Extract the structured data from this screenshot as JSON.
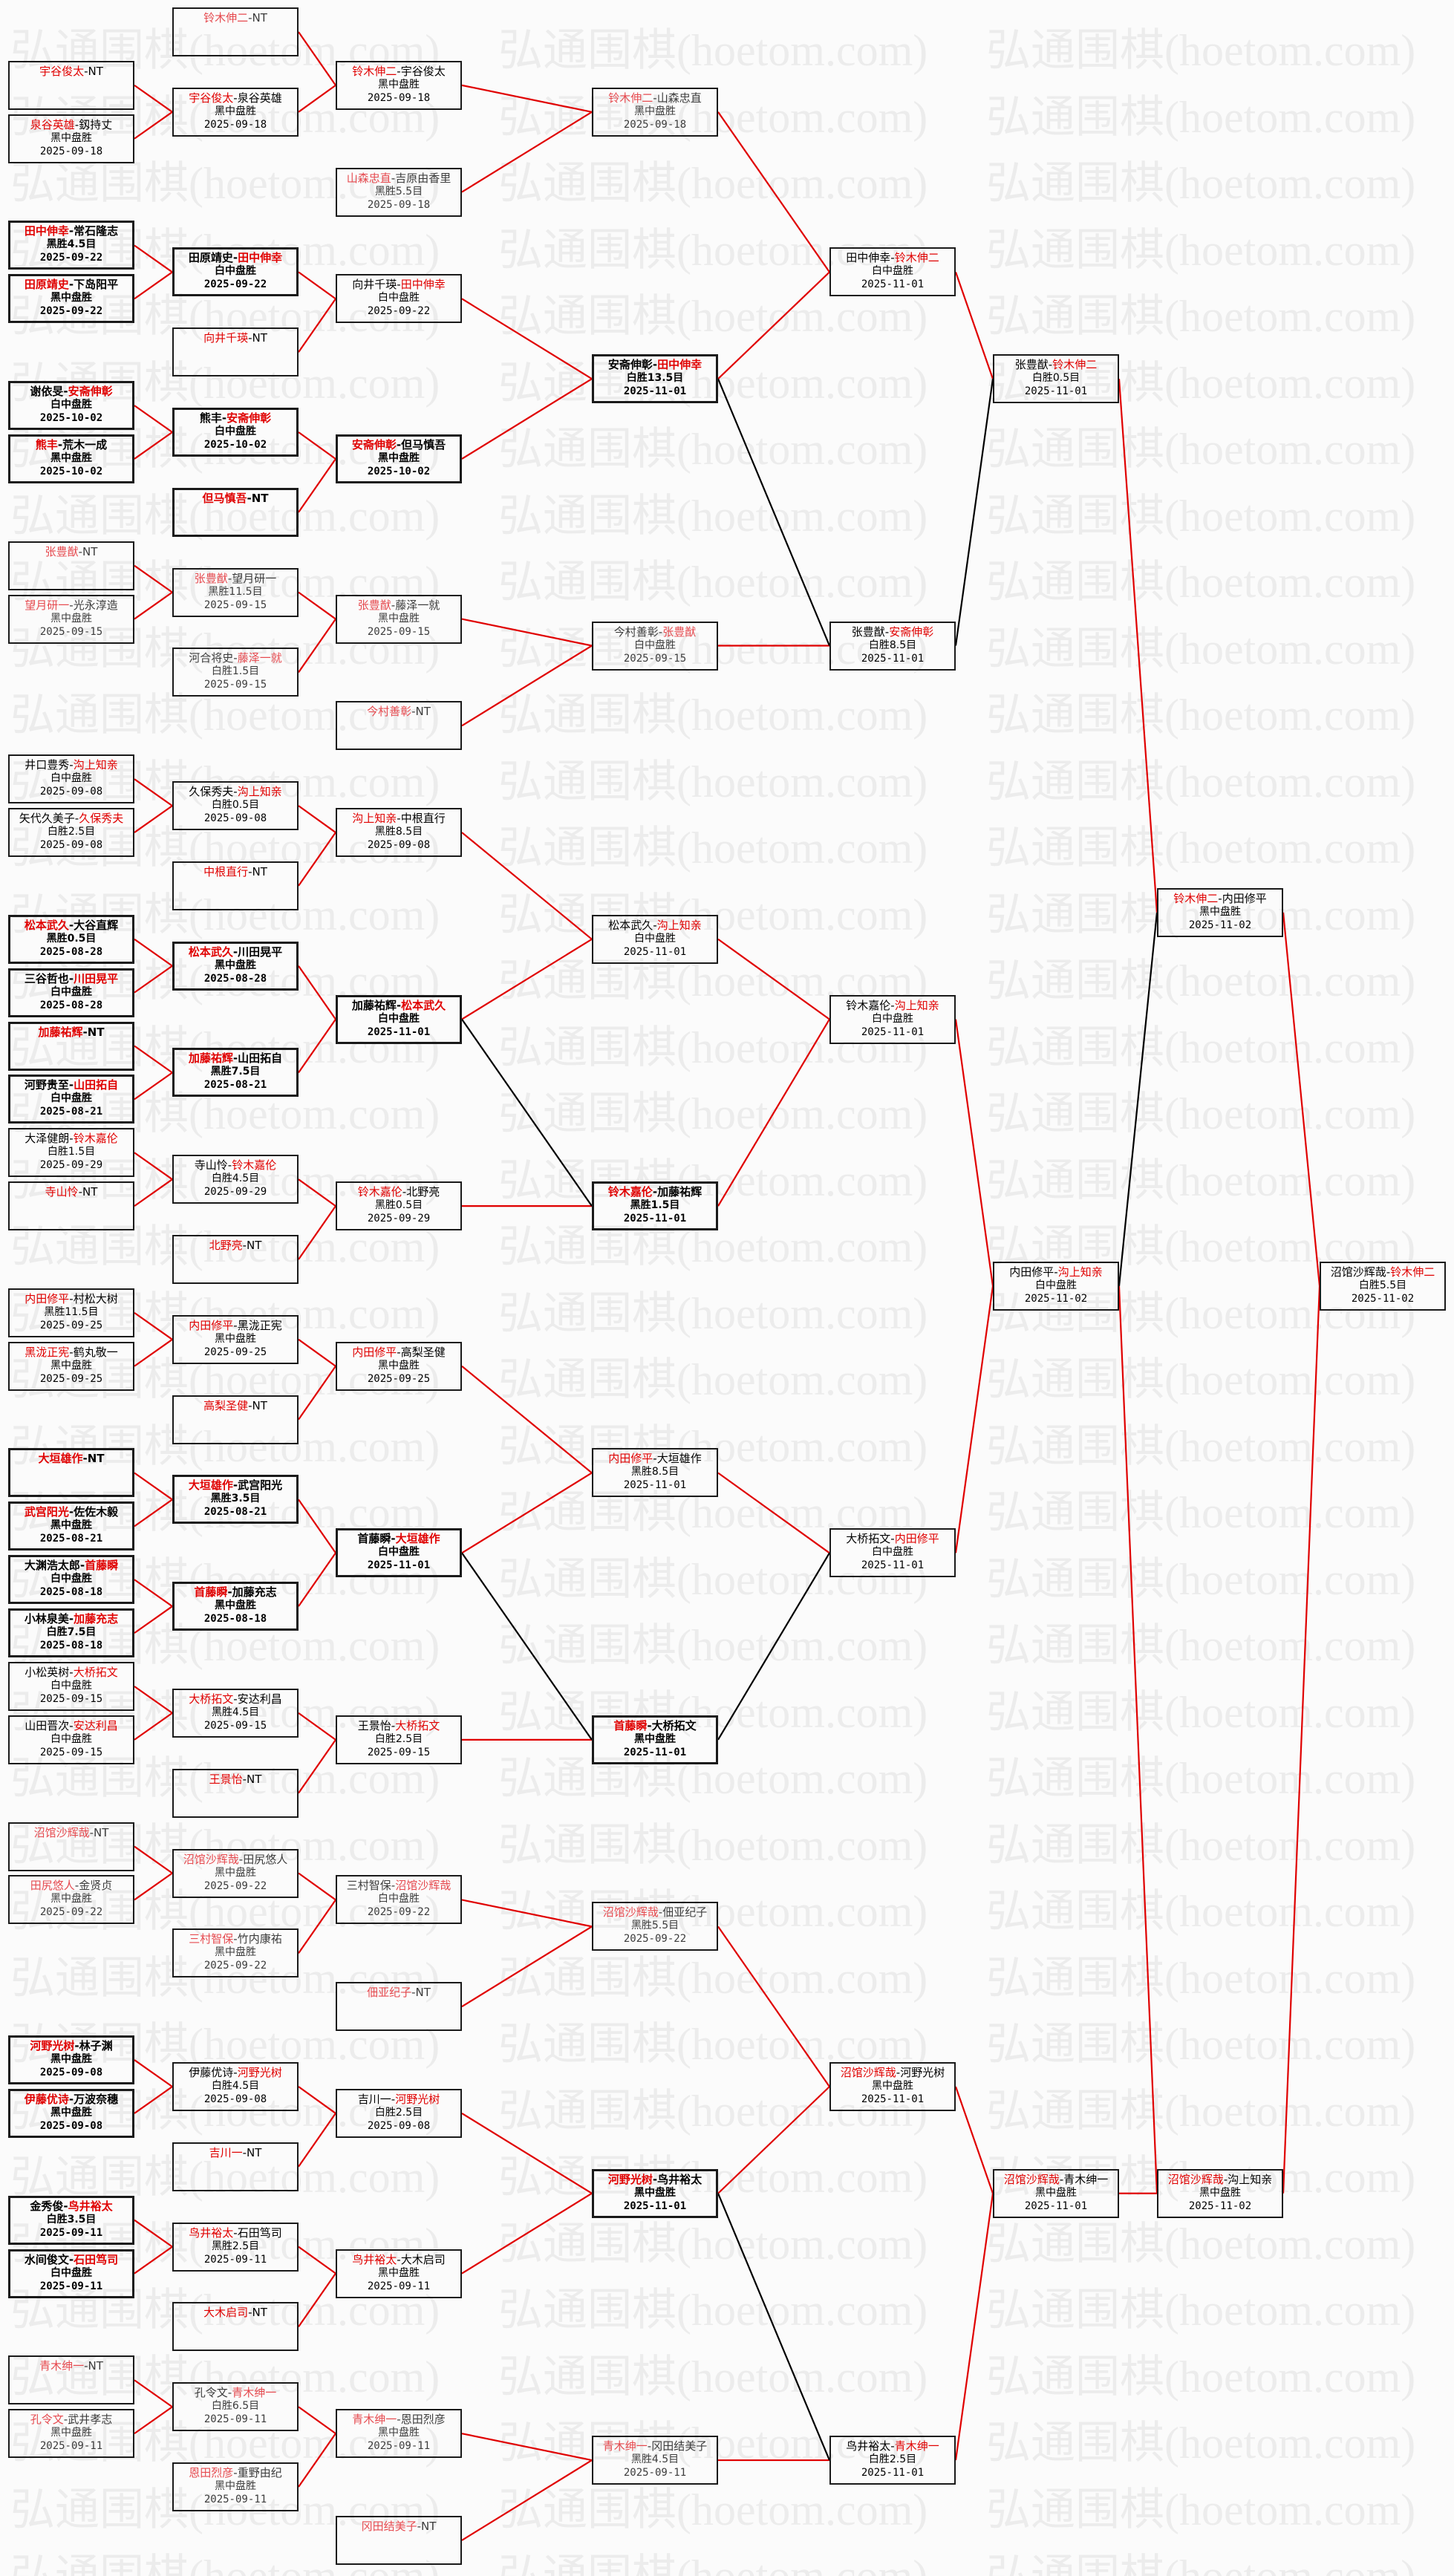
{
  "watermark": {
    "text": "弘通围棋(hoetom.com)"
  },
  "separator": "-",
  "colors": {
    "winner_name": "#e00000",
    "winner_path": "#e00000",
    "loser_path": "#000000"
  },
  "matches": [
    {
      "p1": "铃木伸二",
      "p2": "NT",
      "winner": 1
    },
    {
      "p1": "宇谷俊太",
      "p2": "NT",
      "winner": 1
    },
    {
      "p1": "泉谷英雄",
      "p2": "釼持丈",
      "winner": 1,
      "result": "黑中盘胜",
      "date": "2025-09-18"
    },
    {
      "p1": "宇谷俊太",
      "p2": "泉谷英雄",
      "winner": 1,
      "result": "黑中盘胜",
      "date": "2025-09-18"
    },
    {
      "p1": "铃木伸二",
      "p2": "宇谷俊太",
      "winner": 1,
      "result": "黑中盘胜",
      "date": "2025-09-18"
    },
    {
      "p1": "山森忠直",
      "p2": "吉原由香里",
      "winner": 1,
      "result": "黑胜5.5目",
      "date": "2025-09-18"
    },
    {
      "p1": "铃木伸二",
      "p2": "山森忠直",
      "winner": 1,
      "result": "黑中盘胜",
      "date": "2025-09-18"
    },
    {
      "p1": "田中伸幸",
      "p2": "常石隆志",
      "winner": 1,
      "result": "黑胜4.5目",
      "date": "2025-09-22"
    },
    {
      "p1": "田原靖史",
      "p2": "下岛阳平",
      "winner": 1,
      "result": "黑中盘胜",
      "date": "2025-09-22"
    },
    {
      "p1": "田原靖史",
      "p2": "田中伸幸",
      "winner": 2,
      "result": "白中盘胜",
      "date": "2025-09-22"
    },
    {
      "p1": "向井千瑛",
      "p2": "NT",
      "winner": 1
    },
    {
      "p1": "向井千瑛",
      "p2": "田中伸幸",
      "winner": 2,
      "result": "白中盘胜",
      "date": "2025-09-22"
    },
    {
      "p1": "谢依旻",
      "p2": "安斋伸彰",
      "winner": 2,
      "result": "白中盘胜",
      "date": "2025-10-02"
    },
    {
      "p1": "熊丰",
      "p2": "荒木一成",
      "winner": 1,
      "result": "黑中盘胜",
      "date": "2025-10-02"
    },
    {
      "p1": "熊丰",
      "p2": "安斋伸彰",
      "winner": 2,
      "result": "白中盘胜",
      "date": "2025-10-02"
    },
    {
      "p1": "但马慎吾",
      "p2": "NT",
      "winner": 1
    },
    {
      "p1": "安斋伸彰",
      "p2": "但马慎吾",
      "winner": 1,
      "result": "黑中盘胜",
      "date": "2025-10-02"
    },
    {
      "p1": "安斋伸彰",
      "p2": "田中伸幸",
      "winner": 2,
      "result": "白胜13.5目",
      "date": "2025-11-01"
    },
    {
      "p1": "田中伸幸",
      "p2": "铃木伸二",
      "winner": 2,
      "result": "白中盘胜",
      "date": "2025-11-01"
    },
    {
      "p1": "张豊猷",
      "p2": "NT",
      "winner": 1
    },
    {
      "p1": "望月研一",
      "p2": "光永淳造",
      "winner": 1,
      "result": "黑中盘胜",
      "date": "2025-09-15"
    },
    {
      "p1": "张豊猷",
      "p2": "望月研一",
      "winner": 1,
      "result": "黑胜11.5目",
      "date": "2025-09-15"
    },
    {
      "p1": "河合将史",
      "p2": "藤泽一就",
      "winner": 2,
      "result": "白胜1.5目",
      "date": "2025-09-15"
    },
    {
      "p1": "张豊猷",
      "p2": "藤泽一就",
      "winner": 1,
      "result": "黑中盘胜",
      "date": "2025-09-15"
    },
    {
      "p1": "今村善彰",
      "p2": "NT",
      "winner": 1
    },
    {
      "p1": "今村善彰",
      "p2": "张豊猷",
      "winner": 2,
      "result": "白中盘胜",
      "date": "2025-09-15"
    },
    {
      "p1": "张豊猷",
      "p2": "安斋伸彰",
      "winner": 2,
      "result": "白胜8.5目",
      "date": "2025-11-01"
    },
    {
      "p1": "张豊猷",
      "p2": "铃木伸二",
      "winner": 2,
      "result": "白胜0.5目",
      "date": "2025-11-01"
    },
    {
      "p1": "井口豊秀",
      "p2": "沟上知亲",
      "winner": 2,
      "result": "白中盘胜",
      "date": "2025-09-08"
    },
    {
      "p1": "矢代久美子",
      "p2": "久保秀夫",
      "winner": 2,
      "result": "白胜2.5目",
      "date": "2025-09-08"
    },
    {
      "p1": "久保秀夫",
      "p2": "沟上知亲",
      "winner": 2,
      "result": "白胜0.5目",
      "date": "2025-09-08"
    },
    {
      "p1": "中根直行",
      "p2": "NT",
      "winner": 1
    },
    {
      "p1": "沟上知亲",
      "p2": "中根直行",
      "winner": 1,
      "result": "黑胜8.5目",
      "date": "2025-09-08"
    },
    {
      "p1": "松本武久",
      "p2": "大谷直辉",
      "winner": 1,
      "result": "黑胜0.5目",
      "date": "2025-08-28"
    },
    {
      "p1": "三谷哲也",
      "p2": "川田晃平",
      "winner": 2,
      "result": "白中盘胜",
      "date": "2025-08-28"
    },
    {
      "p1": "松本武久",
      "p2": "川田晃平",
      "winner": 1,
      "result": "黑中盘胜",
      "date": "2025-08-28"
    },
    {
      "p1": "加藤祐辉",
      "p2": "NT",
      "winner": 1
    },
    {
      "p1": "河野贵至",
      "p2": "山田拓自",
      "winner": 2,
      "result": "白中盘胜",
      "date": "2025-08-21"
    },
    {
      "p1": "加藤祐辉",
      "p2": "山田拓自",
      "winner": 1,
      "result": "黑胜7.5目",
      "date": "2025-08-21"
    },
    {
      "p1": "加藤祐辉",
      "p2": "松本武久",
      "winner": 2,
      "result": "白中盘胜",
      "date": "2025-11-01"
    },
    {
      "p1": "松本武久",
      "p2": "沟上知亲",
      "winner": 2,
      "result": "白中盘胜",
      "date": "2025-11-01"
    },
    {
      "p1": "大泽健朗",
      "p2": "铃木嘉伦",
      "winner": 2,
      "result": "白胜1.5目",
      "date": "2025-09-29"
    },
    {
      "p1": "寺山怜",
      "p2": "NT",
      "winner": 1
    },
    {
      "p1": "寺山怜",
      "p2": "铃木嘉伦",
      "winner": 2,
      "result": "白胜4.5目",
      "date": "2025-09-29"
    },
    {
      "p1": "北野亮",
      "p2": "NT",
      "winner": 1
    },
    {
      "p1": "铃木嘉伦",
      "p2": "北野亮",
      "winner": 1,
      "result": "黑胜0.5目",
      "date": "2025-09-29"
    },
    {
      "p1": "铃木嘉伦",
      "p2": "加藤祐辉",
      "winner": 1,
      "result": "黑胜1.5目",
      "date": "2025-11-01"
    },
    {
      "p1": "铃木嘉伦",
      "p2": "沟上知亲",
      "winner": 2,
      "result": "白中盘胜",
      "date": "2025-11-01"
    },
    {
      "p1": "内田修平",
      "p2": "村松大树",
      "winner": 1,
      "result": "黑胜11.5目",
      "date": "2025-09-25"
    },
    {
      "p1": "黑泷正宪",
      "p2": "鹤丸敬一",
      "winner": 1,
      "result": "黑中盘胜",
      "date": "2025-09-25"
    },
    {
      "p1": "内田修平",
      "p2": "黑泷正宪",
      "winner": 1,
      "result": "黑中盘胜",
      "date": "2025-09-25"
    },
    {
      "p1": "高梨圣健",
      "p2": "NT",
      "winner": 1
    },
    {
      "p1": "内田修平",
      "p2": "高梨圣健",
      "winner": 1,
      "result": "黑中盘胜",
      "date": "2025-09-25"
    },
    {
      "p1": "大垣雄作",
      "p2": "NT",
      "winner": 1
    },
    {
      "p1": "武宫阳光",
      "p2": "佐佐木毅",
      "winner": 1,
      "result": "黑中盘胜",
      "date": "2025-08-21"
    },
    {
      "p1": "大垣雄作",
      "p2": "武宫阳光",
      "winner": 1,
      "result": "黑胜3.5目",
      "date": "2025-08-21"
    },
    {
      "p1": "大渊浩太郎",
      "p2": "首藤瞬",
      "winner": 2,
      "result": "白中盘胜",
      "date": "2025-08-18"
    },
    {
      "p1": "小林泉美",
      "p2": "加藤充志",
      "winner": 2,
      "result": "白胜7.5目",
      "date": "2025-08-18"
    },
    {
      "p1": "首藤瞬",
      "p2": "加藤充志",
      "winner": 1,
      "result": "黑中盘胜",
      "date": "2025-08-18"
    },
    {
      "p1": "首藤瞬",
      "p2": "大垣雄作",
      "winner": 2,
      "result": "白中盘胜",
      "date": "2025-11-01"
    },
    {
      "p1": "内田修平",
      "p2": "大垣雄作",
      "winner": 1,
      "result": "黑胜8.5目",
      "date": "2025-11-01"
    },
    {
      "p1": "小松英树",
      "p2": "大桥拓文",
      "winner": 2,
      "result": "白中盘胜",
      "date": "2025-09-15"
    },
    {
      "p1": "山田晋次",
      "p2": "安达利昌",
      "winner": 2,
      "result": "白中盘胜",
      "date": "2025-09-15"
    },
    {
      "p1": "大桥拓文",
      "p2": "安达利昌",
      "winner": 1,
      "result": "黑胜4.5目",
      "date": "2025-09-15"
    },
    {
      "p1": "王景怡",
      "p2": "NT",
      "winner": 1
    },
    {
      "p1": "王景怡",
      "p2": "大桥拓文",
      "winner": 2,
      "result": "白胜2.5目",
      "date": "2025-09-15"
    },
    {
      "p1": "首藤瞬",
      "p2": "大桥拓文",
      "winner": 1,
      "result": "黑中盘胜",
      "date": "2025-11-01"
    },
    {
      "p1": "大桥拓文",
      "p2": "内田修平",
      "winner": 2,
      "result": "白中盘胜",
      "date": "2025-11-01"
    },
    {
      "p1": "内田修平",
      "p2": "沟上知亲",
      "winner": 2,
      "result": "白中盘胜",
      "date": "2025-11-02"
    },
    {
      "p1": "沼馆沙辉哉",
      "p2": "NT",
      "winner": 1
    },
    {
      "p1": "田尻悠人",
      "p2": "金贤贞",
      "winner": 1,
      "result": "黑中盘胜",
      "date": "2025-09-22"
    },
    {
      "p1": "沼馆沙辉哉",
      "p2": "田尻悠人",
      "winner": 1,
      "result": "黑中盘胜",
      "date": "2025-09-22"
    },
    {
      "p1": "三村智保",
      "p2": "竹内康祐",
      "winner": 1,
      "result": "黑中盘胜",
      "date": "2025-09-22"
    },
    {
      "p1": "三村智保",
      "p2": "沼馆沙辉哉",
      "winner": 2,
      "result": "白中盘胜",
      "date": "2025-09-22"
    },
    {
      "p1": "佃亚纪子",
      "p2": "NT",
      "winner": 1
    },
    {
      "p1": "沼馆沙辉哉",
      "p2": "佃亚纪子",
      "winner": 1,
      "result": "黑胜5.5目",
      "date": "2025-09-22"
    },
    {
      "p1": "河野光树",
      "p2": "林子渊",
      "winner": 1,
      "result": "黑中盘胜",
      "date": "2025-09-08"
    },
    {
      "p1": "伊藤优诗",
      "p2": "万波奈穗",
      "winner": 1,
      "result": "黑中盘胜",
      "date": "2025-09-08"
    },
    {
      "p1": "伊藤优诗",
      "p2": "河野光树",
      "winner": 2,
      "result": "白胜4.5目",
      "date": "2025-09-08"
    },
    {
      "p1": "吉川一",
      "p2": "NT",
      "winner": 1
    },
    {
      "p1": "吉川一",
      "p2": "河野光树",
      "winner": 2,
      "result": "白胜2.5目",
      "date": "2025-09-08"
    },
    {
      "p1": "金秀俊",
      "p2": "鸟井裕太",
      "winner": 2,
      "result": "白胜3.5目",
      "date": "2025-09-11"
    },
    {
      "p1": "水间俊文",
      "p2": "石田笃司",
      "winner": 2,
      "result": "白中盘胜",
      "date": "2025-09-11"
    },
    {
      "p1": "鸟井裕太",
      "p2": "石田笃司",
      "winner": 1,
      "result": "黑胜2.5目",
      "date": "2025-09-11"
    },
    {
      "p1": "大木启司",
      "p2": "NT",
      "winner": 1
    },
    {
      "p1": "鸟井裕太",
      "p2": "大木启司",
      "winner": 1,
      "result": "黑中盘胜",
      "date": "2025-09-11"
    },
    {
      "p1": "河野光树",
      "p2": "鸟井裕太",
      "winner": 1,
      "result": "黑中盘胜",
      "date": "2025-11-01"
    },
    {
      "p1": "沼馆沙辉哉",
      "p2": "河野光树",
      "winner": 1,
      "result": "黑中盘胜",
      "date": "2025-11-01"
    },
    {
      "p1": "青木绅一",
      "p2": "NT",
      "winner": 1
    },
    {
      "p1": "孔令文",
      "p2": "武井孝志",
      "winner": 1,
      "result": "黑中盘胜",
      "date": "2025-09-11"
    },
    {
      "p1": "孔令文",
      "p2": "青木绅一",
      "winner": 2,
      "result": "白胜6.5目",
      "date": "2025-09-11"
    },
    {
      "p1": "恩田烈彦",
      "p2": "重野由纪",
      "winner": 1,
      "result": "黑中盘胜",
      "date": "2025-09-11"
    },
    {
      "p1": "青木绅一",
      "p2": "恩田烈彦",
      "winner": 1,
      "result": "黑中盘胜",
      "date": "2025-09-11"
    },
    {
      "p1": "冈田结美子",
      "p2": "NT",
      "winner": 1
    },
    {
      "p1": "青木绅一",
      "p2": "冈田结美子",
      "winner": 1,
      "result": "黑胜4.5目",
      "date": "2025-09-11"
    },
    {
      "p1": "鸟井裕太",
      "p2": "青木绅一",
      "winner": 2,
      "result": "白胜2.5目",
      "date": "2025-11-01"
    },
    {
      "p1": "沼馆沙辉哉",
      "p2": "青木绅一",
      "winner": 1,
      "result": "黑中盘胜",
      "date": "2025-11-01"
    },
    {
      "p1": "铃木伸二",
      "p2": "内田修平",
      "winner": 1,
      "result": "黑中盘胜",
      "date": "2025-11-02"
    },
    {
      "p1": "沼馆沙辉哉",
      "p2": "沟上知亲",
      "winner": 1,
      "result": "黑中盘胜",
      "date": "2025-11-02"
    },
    {
      "p1": "沼馆沙辉哉",
      "p2": "铃木伸二",
      "winner": 2,
      "result": "白胜5.5目",
      "date": "2025-11-02"
    }
  ],
  "connections": [
    {
      "from": 1,
      "to": 3,
      "path": "winner"
    },
    {
      "from": 2,
      "to": 3,
      "path": "winner"
    },
    {
      "from": 0,
      "to": 4,
      "path": "winner"
    },
    {
      "from": 3,
      "to": 4,
      "path": "winner"
    },
    {
      "from": 4,
      "to": 6,
      "path": "winner"
    },
    {
      "from": 5,
      "to": 6,
      "path": "winner"
    },
    {
      "from": 7,
      "to": 9,
      "path": "winner"
    },
    {
      "from": 8,
      "to": 9,
      "path": "winner"
    },
    {
      "from": 9,
      "to": 11,
      "path": "winner"
    },
    {
      "from": 10,
      "to": 11,
      "path": "winner"
    },
    {
      "from": 12,
      "to": 14,
      "path": "winner"
    },
    {
      "from": 13,
      "to": 14,
      "path": "winner"
    },
    {
      "from": 14,
      "to": 16,
      "path": "winner"
    },
    {
      "from": 15,
      "to": 16,
      "path": "winner"
    },
    {
      "from": 11,
      "to": 17,
      "path": "winner"
    },
    {
      "from": 16,
      "to": 17,
      "path": "winner"
    },
    {
      "from": 6,
      "to": 18,
      "path": "winner"
    },
    {
      "from": 17,
      "to": 18,
      "path": "winner"
    },
    {
      "from": 19,
      "to": 21,
      "path": "winner"
    },
    {
      "from": 20,
      "to": 21,
      "path": "winner"
    },
    {
      "from": 21,
      "to": 23,
      "path": "winner"
    },
    {
      "from": 22,
      "to": 23,
      "path": "winner"
    },
    {
      "from": 23,
      "to": 25,
      "path": "winner"
    },
    {
      "from": 24,
      "to": 25,
      "path": "winner"
    },
    {
      "from": 25,
      "to": 26,
      "path": "winner"
    },
    {
      "from": 17,
      "to": 26,
      "path": "loser"
    },
    {
      "from": 18,
      "to": 27,
      "path": "winner"
    },
    {
      "from": 26,
      "to": 27,
      "path": "loser"
    },
    {
      "from": 27,
      "to": 97,
      "path": "winner"
    },
    {
      "from": 28,
      "to": 30,
      "path": "winner"
    },
    {
      "from": 29,
      "to": 30,
      "path": "winner"
    },
    {
      "from": 30,
      "to": 32,
      "path": "winner"
    },
    {
      "from": 31,
      "to": 32,
      "path": "winner"
    },
    {
      "from": 33,
      "to": 35,
      "path": "winner"
    },
    {
      "from": 34,
      "to": 35,
      "path": "winner"
    },
    {
      "from": 36,
      "to": 38,
      "path": "winner"
    },
    {
      "from": 37,
      "to": 38,
      "path": "winner"
    },
    {
      "from": 35,
      "to": 39,
      "path": "winner"
    },
    {
      "from": 38,
      "to": 39,
      "path": "winner"
    },
    {
      "from": 32,
      "to": 40,
      "path": "winner"
    },
    {
      "from": 39,
      "to": 40,
      "path": "winner"
    },
    {
      "from": 41,
      "to": 43,
      "path": "winner"
    },
    {
      "from": 42,
      "to": 43,
      "path": "winner"
    },
    {
      "from": 43,
      "to": 45,
      "path": "winner"
    },
    {
      "from": 44,
      "to": 45,
      "path": "winner"
    },
    {
      "from": 45,
      "to": 46,
      "path": "winner"
    },
    {
      "from": 39,
      "to": 46,
      "path": "loser"
    },
    {
      "from": 40,
      "to": 47,
      "path": "winner"
    },
    {
      "from": 46,
      "to": 47,
      "path": "winner"
    },
    {
      "from": 47,
      "to": 68,
      "path": "winner"
    },
    {
      "from": 48,
      "to": 50,
      "path": "winner"
    },
    {
      "from": 49,
      "to": 50,
      "path": "winner"
    },
    {
      "from": 50,
      "to": 52,
      "path": "winner"
    },
    {
      "from": 51,
      "to": 52,
      "path": "winner"
    },
    {
      "from": 53,
      "to": 55,
      "path": "winner"
    },
    {
      "from": 54,
      "to": 55,
      "path": "winner"
    },
    {
      "from": 56,
      "to": 58,
      "path": "winner"
    },
    {
      "from": 57,
      "to": 58,
      "path": "winner"
    },
    {
      "from": 55,
      "to": 59,
      "path": "winner"
    },
    {
      "from": 58,
      "to": 59,
      "path": "winner"
    },
    {
      "from": 52,
      "to": 60,
      "path": "winner"
    },
    {
      "from": 59,
      "to": 60,
      "path": "winner"
    },
    {
      "from": 61,
      "to": 63,
      "path": "winner"
    },
    {
      "from": 62,
      "to": 63,
      "path": "winner"
    },
    {
      "from": 63,
      "to": 65,
      "path": "winner"
    },
    {
      "from": 64,
      "to": 65,
      "path": "winner"
    },
    {
      "from": 65,
      "to": 66,
      "path": "winner"
    },
    {
      "from": 59,
      "to": 66,
      "path": "loser"
    },
    {
      "from": 60,
      "to": 67,
      "path": "winner"
    },
    {
      "from": 66,
      "to": 67,
      "path": "loser"
    },
    {
      "from": 67,
      "to": 68,
      "path": "winner"
    },
    {
      "from": 68,
      "to": 97,
      "path": "loser"
    },
    {
      "from": 68,
      "to": 98,
      "path": "winner"
    },
    {
      "from": 69,
      "to": 71,
      "path": "winner"
    },
    {
      "from": 70,
      "to": 71,
      "path": "winner"
    },
    {
      "from": 71,
      "to": 73,
      "path": "winner"
    },
    {
      "from": 72,
      "to": 73,
      "path": "winner"
    },
    {
      "from": 73,
      "to": 75,
      "path": "winner"
    },
    {
      "from": 74,
      "to": 75,
      "path": "winner"
    },
    {
      "from": 76,
      "to": 78,
      "path": "winner"
    },
    {
      "from": 77,
      "to": 78,
      "path": "winner"
    },
    {
      "from": 78,
      "to": 80,
      "path": "winner"
    },
    {
      "from": 79,
      "to": 80,
      "path": "winner"
    },
    {
      "from": 81,
      "to": 83,
      "path": "winner"
    },
    {
      "from": 82,
      "to": 83,
      "path": "winner"
    },
    {
      "from": 83,
      "to": 85,
      "path": "winner"
    },
    {
      "from": 84,
      "to": 85,
      "path": "winner"
    },
    {
      "from": 80,
      "to": 86,
      "path": "winner"
    },
    {
      "from": 85,
      "to": 86,
      "path": "winner"
    },
    {
      "from": 75,
      "to": 87,
      "path": "winner"
    },
    {
      "from": 86,
      "to": 87,
      "path": "winner"
    },
    {
      "from": 88,
      "to": 90,
      "path": "winner"
    },
    {
      "from": 89,
      "to": 90,
      "path": "winner"
    },
    {
      "from": 90,
      "to": 92,
      "path": "winner"
    },
    {
      "from": 91,
      "to": 92,
      "path": "winner"
    },
    {
      "from": 92,
      "to": 94,
      "path": "winner"
    },
    {
      "from": 93,
      "to": 94,
      "path": "winner"
    },
    {
      "from": 94,
      "to": 95,
      "path": "winner"
    },
    {
      "from": 86,
      "to": 95,
      "path": "loser"
    },
    {
      "from": 87,
      "to": 96,
      "path": "winner"
    },
    {
      "from": 95,
      "to": 96,
      "path": "winner"
    },
    {
      "from": 96,
      "to": 98,
      "path": "winner"
    },
    {
      "from": 97,
      "to": 99,
      "path": "winner"
    },
    {
      "from": 98,
      "to": 99,
      "path": "winner"
    }
  ]
}
